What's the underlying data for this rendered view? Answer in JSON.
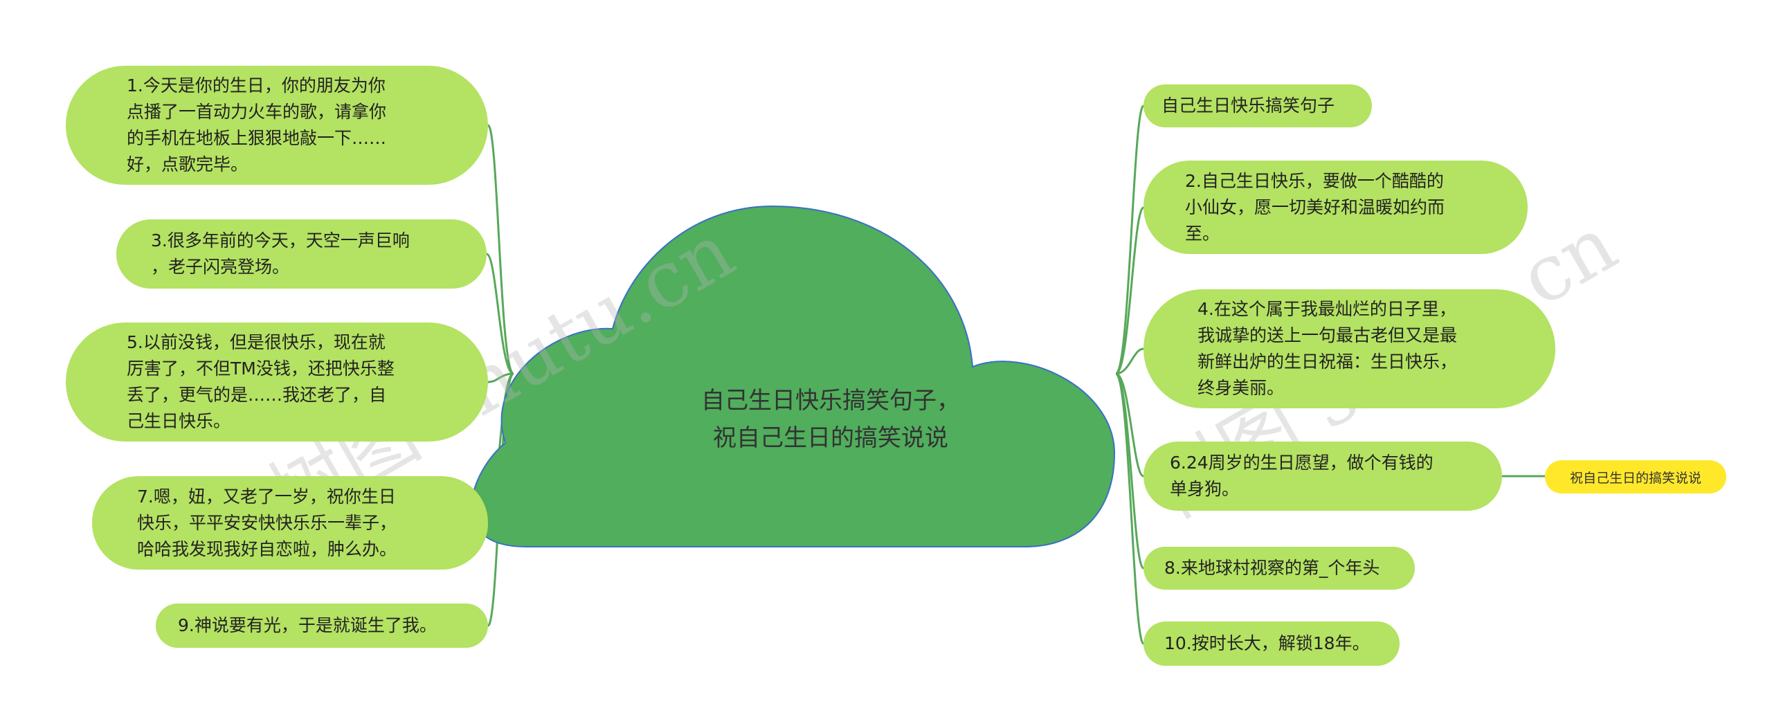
{
  "root": {
    "title": "自己生日快乐搞笑句子，\n祝自己生日的搞笑说说",
    "fill": "#50ae5c",
    "stroke": "#3a6fc4"
  },
  "node_color": "#b4e262",
  "line_color": "#57a85a",
  "badge_color": "#ffe82a",
  "left_nodes": [
    {
      "text": "1.今天是你的生日，你的朋友为你\n点播了一首动力火车的歌，请拿你\n的手机在地板上狠狠地敲一下……\n好，点歌完毕。"
    },
    {
      "text": "3.很多年前的今天，天空一声巨响\n，老子闪亮登场。"
    },
    {
      "text": "5.以前没钱，但是很快乐，现在就\n厉害了，不但TM没钱，还把快乐整\n丢了，更气的是……我还老了，自\n己生日快乐。"
    },
    {
      "text": "7.嗯，妞，又老了一岁，祝你生日\n快乐，平平安安快快乐乐一辈子，\n哈哈我发现我好自恋啦，肿么办。"
    },
    {
      "text": "9.神说要有光，于是就诞生了我。"
    }
  ],
  "right_nodes": [
    {
      "text": "自己生日快乐搞笑句子"
    },
    {
      "text": "2.自己生日快乐，要做一个酷酷的\n小仙女，愿一切美好和温暖如约而\n至。"
    },
    {
      "text": "4.在这个属于我最灿烂的日子里，\n我诚挚的送上一句最古老但又是最\n新鲜出炉的生日祝福：生日快乐，\n终身美丽。"
    },
    {
      "text": "6.24周岁的生日愿望，做个有钱的\n单身狗。"
    },
    {
      "text": "8.来地球村视察的第_个年头"
    },
    {
      "text": "10.按时长大，解锁18年。"
    }
  ],
  "badge": {
    "text": "祝自己生日的搞笑说说"
  },
  "watermarks": [
    "树图 shutu.cn",
    "树图 shutu.cn"
  ]
}
